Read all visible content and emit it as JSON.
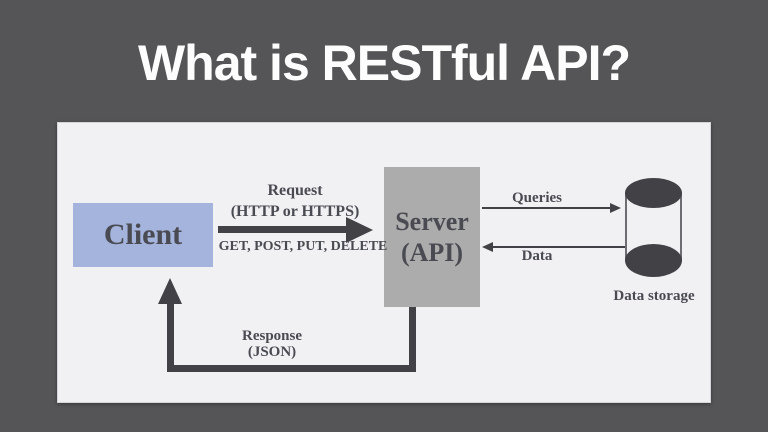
{
  "title": "What is RESTful API?",
  "colors": {
    "background": "#555558",
    "panel": "#f1f1f4",
    "client_fill": "#a4b4dc",
    "server_fill": "#acacac",
    "ink": "#414146",
    "label_text": "#4a4a52",
    "title_text": "#fdfdfd"
  },
  "diagram": {
    "client": {
      "label": "Client"
    },
    "server": {
      "label_line1": "Server",
      "label_line2": "(API)"
    },
    "storage": {
      "label": "Data storage",
      "icon": "database-cylinder-icon"
    },
    "request": {
      "line1": "Request",
      "line2": "(HTTP or HTTPS)",
      "methods": "GET, POST, PUT, DELETE"
    },
    "queries": {
      "label": "Queries"
    },
    "data": {
      "label": "Data"
    },
    "response": {
      "line1": "Response",
      "line2": "(JSON)"
    }
  }
}
